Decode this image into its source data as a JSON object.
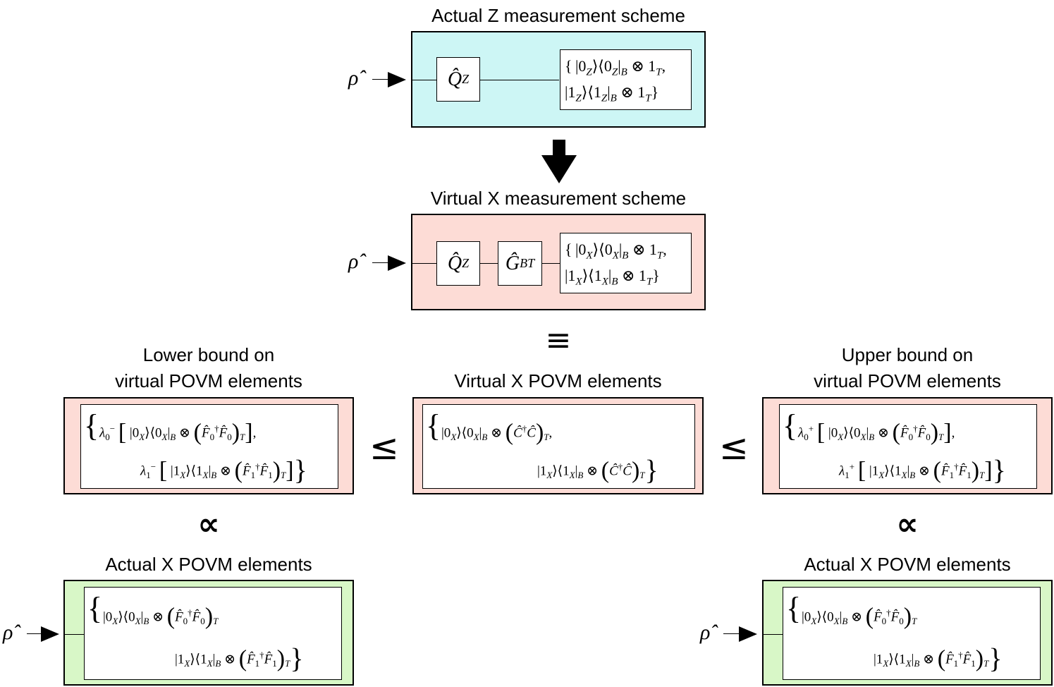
{
  "titles": {
    "actual_z": "Actual Z measurement scheme",
    "virtual_x": "Virtual X measurement scheme",
    "lower_bound_1": "Lower bound on",
    "lower_bound_2": "virtual POVM elements",
    "virtual_povm": "Virtual X POVM elements",
    "upper_bound_1": "Upper bound on",
    "upper_bound_2": "virtual POVM elements",
    "actual_x_left": "Actual X POVM elements",
    "actual_x_right": "Actual X POVM elements"
  },
  "symbols": {
    "rho": "ρ̂",
    "equiv": "≡",
    "leq": "≤",
    "propto": "∝"
  },
  "gates": {
    "qz": "Q̂",
    "qz_sub": "Z",
    "gbt": "Ĝ",
    "gbt_sub": "BT"
  },
  "colors": {
    "cyan_box": "#cdf6f5",
    "pink_box": "#fddcd6",
    "green_box": "#d8f7c7"
  },
  "math": {
    "z_line1": "{ |0_Z⟩⟨0_Z|_B ⊗ 1_T,",
    "z_line2": "|1_Z⟩⟨1_Z|_B ⊗ 1_T }",
    "x_line1": "{ |0_X⟩⟨0_X|_B ⊗ 1_T,",
    "x_line2": "|1_X⟩⟨1_X|_B ⊗ 1_T }",
    "lower_line1": "λ0⁻ [ |0X⟩⟨0X|B ⊗ (F̂0†F̂0)T ],",
    "lower_line2": "λ1⁻ [ |1X⟩⟨1X|B ⊗ (F̂1†F̂1)T ]",
    "virtual_line1": "|0X⟩⟨0X|B ⊗ (Ĉ†Ĉ)T,",
    "virtual_line2": "|1X⟩⟨1X|B ⊗ (Ĉ†Ĉ)T",
    "upper_line1": "λ0⁺ [ |0X⟩⟨0X|B ⊗ (F̂0†F̂0)T ],",
    "upper_line2": "λ1⁺ [ |1X⟩⟨1X|B ⊗ (F̂1†F̂1)T ]",
    "actual_line1": "|0X⟩⟨0X|B ⊗ (F̂0†F̂0)T",
    "actual_line2": "|1X⟩⟨1X|B ⊗ (F̂1†F̂1)T"
  }
}
